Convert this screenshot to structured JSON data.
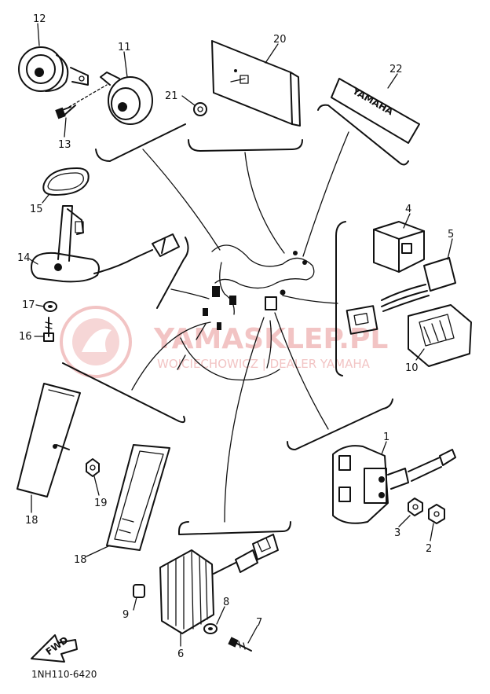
{
  "diagram": {
    "drawing_code": "1NH110-6420",
    "fwd_marker": "FWD",
    "emblem_text": "YAMAHA",
    "parts": [
      {
        "id": "p1",
        "label": "1"
      },
      {
        "id": "p2",
        "label": "2"
      },
      {
        "id": "p3",
        "label": "3"
      },
      {
        "id": "p4",
        "label": "4"
      },
      {
        "id": "p5",
        "label": "5"
      },
      {
        "id": "p6",
        "label": "6"
      },
      {
        "id": "p7",
        "label": "7"
      },
      {
        "id": "p8",
        "label": "8"
      },
      {
        "id": "p9",
        "label": "9"
      },
      {
        "id": "p10",
        "label": "10"
      },
      {
        "id": "p11",
        "label": "11"
      },
      {
        "id": "p12",
        "label": "12"
      },
      {
        "id": "p13",
        "label": "13"
      },
      {
        "id": "p14",
        "label": "14"
      },
      {
        "id": "p15",
        "label": "15"
      },
      {
        "id": "p16",
        "label": "16"
      },
      {
        "id": "p17",
        "label": "17"
      },
      {
        "id": "p18a",
        "label": "18"
      },
      {
        "id": "p18b",
        "label": "18"
      },
      {
        "id": "p19",
        "label": "19"
      },
      {
        "id": "p20",
        "label": "20"
      },
      {
        "id": "p21",
        "label": "21"
      },
      {
        "id": "p22",
        "label": "22"
      }
    ]
  },
  "watermark": {
    "title": "YAMASKLEP.PL",
    "subtitle": "WOJCIECHOWICZ | DEALER YAMAHA",
    "color": "#f2c4c4"
  }
}
